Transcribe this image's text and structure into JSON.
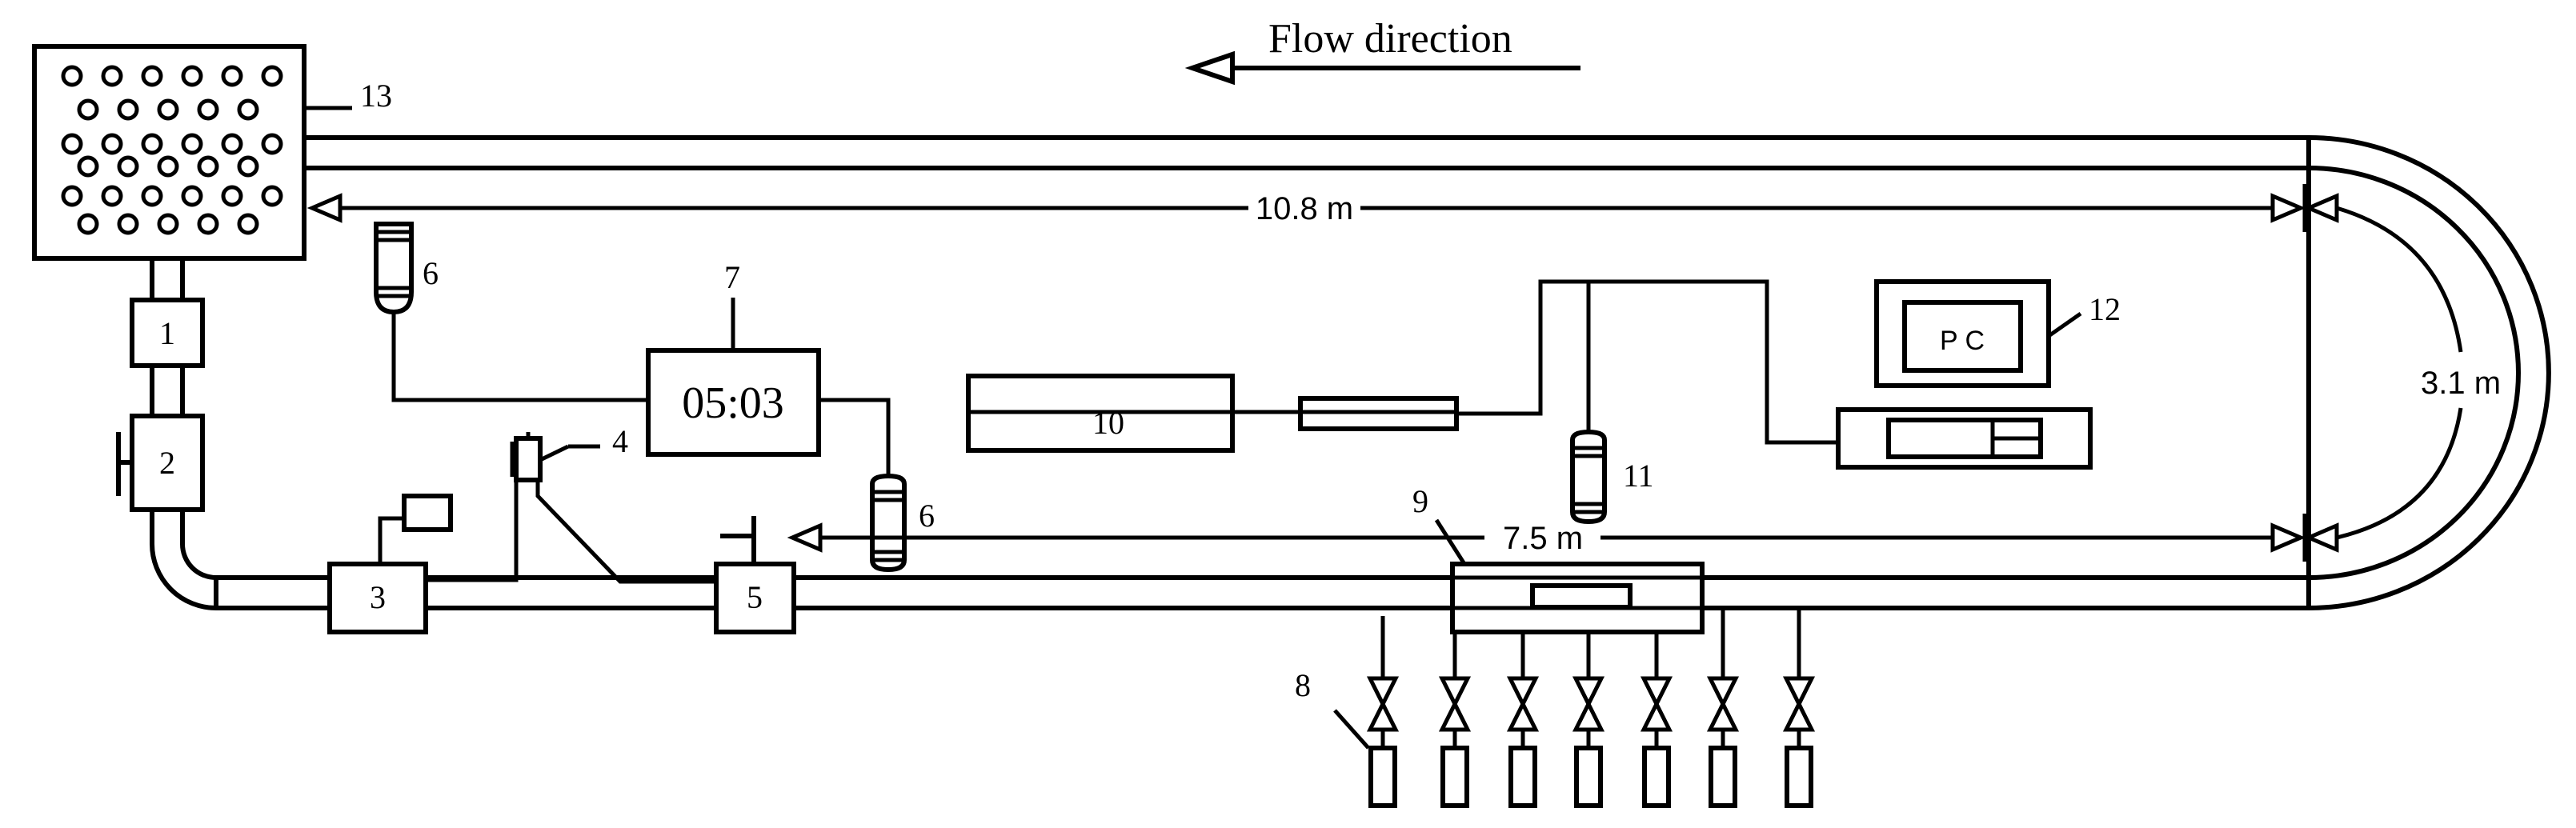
{
  "flow_label": "Flow direction",
  "dimensions": {
    "top_length": "10.8 m",
    "bottom_length": "7.5 m",
    "bend_width": "3.1 m"
  },
  "timer_display": "05:03",
  "pc_label": "P C",
  "component_numbers": {
    "c1": "1",
    "c2": "2",
    "c3": "3",
    "c4": "4",
    "c5": "5",
    "c6a": "6",
    "c6b": "6",
    "c7": "7",
    "c8": "8",
    "c9": "9",
    "c10": "10",
    "c11": "11",
    "c12": "12",
    "c13": "13"
  }
}
